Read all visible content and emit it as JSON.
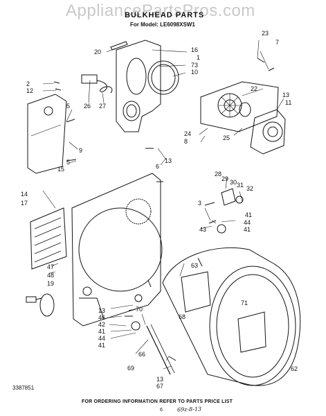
{
  "watermark": "AppliancePartsPros.com",
  "title": "BULKHEAD PARTS",
  "model": "For Model: LE6098XSW1",
  "doc_number": "3387851",
  "footer": "FOR ORDERING INFORMATION REFER TO PARTS PRICE LIST",
  "page_number": "6",
  "handwritten_note": "69z-8-13",
  "callouts": [
    "20",
    "16",
    "1",
    "73",
    "10",
    "23",
    "7",
    "2",
    "12",
    "22",
    "13",
    "11",
    "5",
    "26",
    "27",
    "9",
    "24",
    "8",
    "25",
    "5",
    "15",
    "13",
    "6",
    "14",
    "17",
    "28",
    "29",
    "30",
    "31",
    "32",
    "3",
    "41",
    "44",
    "41",
    "43",
    "47",
    "48",
    "19",
    "63",
    "13",
    "46",
    "42",
    "41",
    "44",
    "41",
    "70",
    "66",
    "68",
    "71",
    "69",
    "13",
    "67",
    "62"
  ]
}
